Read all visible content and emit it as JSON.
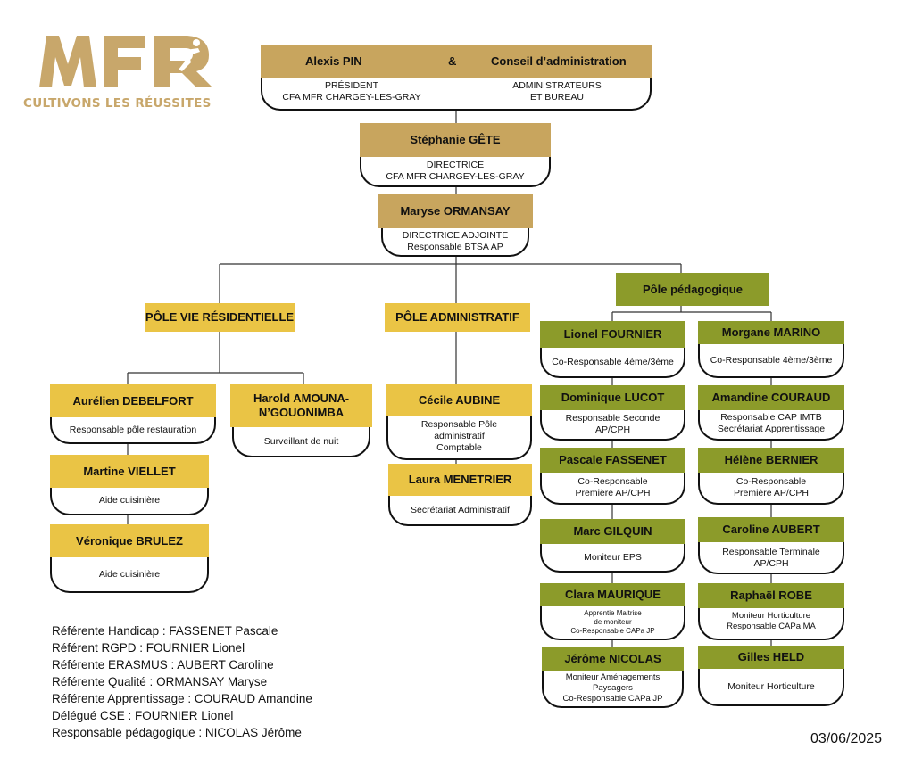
{
  "logo": {
    "brand": "MFR",
    "tagline": "CULTIVONS LES RÉUSSITES"
  },
  "top": {
    "name_left": "Alexis PIN",
    "amp": "&",
    "name_right": "Conseil d’administration",
    "left_lines": [
      "PRÉSIDENT",
      "CFA MFR CHARGEY-LES-GRAY"
    ],
    "right_lines": [
      "ADMINISTRATEURS",
      "ET BUREAU"
    ]
  },
  "director": {
    "name": "Stéphanie GÊTE",
    "lines": [
      "DIRECTRICE",
      "CFA MFR CHARGEY-LES-GRAY"
    ]
  },
  "deputy": {
    "name": "Maryse ORMANSAY",
    "lines": [
      "DIRECTRICE ADJOINTE",
      "Responsable BTSA AP"
    ]
  },
  "poles": {
    "residential": "PÔLE VIE RÉSIDENTIELLE",
    "admin": "PÔLE ADMINISTRATIF",
    "pedago": "Pôle pédagogique"
  },
  "residential_people": [
    {
      "name": "Aurélien DEBELFORT",
      "role": "Responsable pôle restauration"
    },
    {
      "name": "Martine VIELLET",
      "role": "Aide cuisinière"
    },
    {
      "name": "Véronique BRULEZ",
      "role": "Aide cuisinière"
    },
    {
      "name": "Harold AMOUNA-\nN’GOUONIMBA",
      "role": "Surveillant de nuit"
    }
  ],
  "admin_people": [
    {
      "name": "Cécile AUBINE",
      "role": "Responsable Pôle\nadministratif\nComptable"
    },
    {
      "name": "Laura MENETRIER",
      "role": "Secrétariat Administratif"
    }
  ],
  "pedago_left": [
    {
      "name": "Lionel FOURNIER",
      "role": "Co-Responsable 4ème/3ème"
    },
    {
      "name": "Dominique LUCOT",
      "role": "Responsable Seconde\nAP/CPH"
    },
    {
      "name": "Pascale FASSENET",
      "role": "Co-Responsable\nPremière AP/CPH"
    },
    {
      "name": "Marc GILQUIN",
      "role": "Moniteur EPS"
    },
    {
      "name": "Clara MAURIQUE",
      "role": "Apprentie Maitrise\nde moniteur\nCo-Responsable CAPa JP"
    },
    {
      "name": "Jérôme NICOLAS",
      "role": "Moniteur Aménagements\nPaysagers\nCo-Responsable CAPa JP"
    }
  ],
  "pedago_right": [
    {
      "name": "Morgane MARINO",
      "role": "Co-Responsable 4ème/3ème"
    },
    {
      "name": "Amandine COURAUD",
      "role": "Responsable CAP IMTB\nSecrétariat Apprentissage"
    },
    {
      "name": "Hélène BERNIER",
      "role": "Co-Responsable\nPremière AP/CPH"
    },
    {
      "name": "Caroline AUBERT",
      "role": "Responsable Terminale\nAP/CPH"
    },
    {
      "name": "Raphaël ROBE",
      "role": "Moniteur Horticulture\nResponsable CAPa MA"
    },
    {
      "name": "Gilles HELD",
      "role": "Moniteur Horticulture"
    }
  ],
  "referents": [
    "Référente Handicap : FASSENET Pascale",
    "Référent RGPD : FOURNIER Lionel",
    "Référente ERASMUS : AUBERT Caroline",
    "Référente Qualité : ORMANSAY Maryse",
    "Référente Apprentissage : COURAUD Amandine",
    "Délégué CSE : FOURNIER Lionel",
    "Responsable pédagogique : NICOLAS Jérôme"
  ],
  "date": "03/06/2025",
  "colors": {
    "gold": "#c8a55e",
    "yellow": "#eac445",
    "green": "#8c9b2a",
    "logo": "#c8a76b"
  }
}
